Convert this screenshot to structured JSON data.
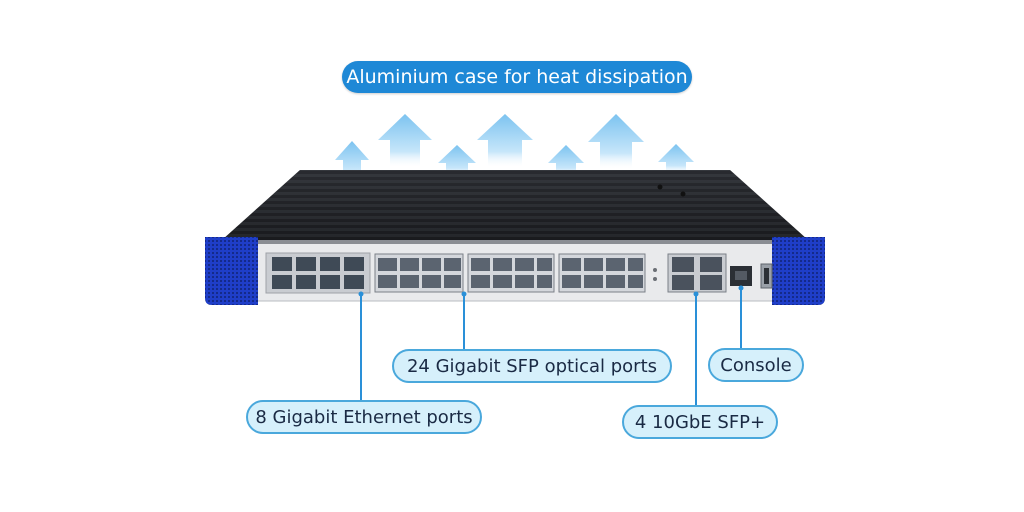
{
  "banner": {
    "text": "Aluminium case for heat dissipation"
  },
  "labels": {
    "sfp": "24 Gigabit SFP optical ports",
    "console": "Console",
    "ethernet": "8 Gigabit Ethernet ports",
    "tengig": "4 10GbE SFP+"
  },
  "icons": [
    "heat-arrow-icon",
    "rj45-port-icon",
    "sfp-port-icon",
    "usb-port-icon"
  ],
  "colors": {
    "banner": "#1e88d6",
    "label_fill": "#d6f0fb",
    "label_border": "#4aa8dc",
    "case_blue": "#1f3ec8",
    "heatsink": "#2a2c31"
  }
}
